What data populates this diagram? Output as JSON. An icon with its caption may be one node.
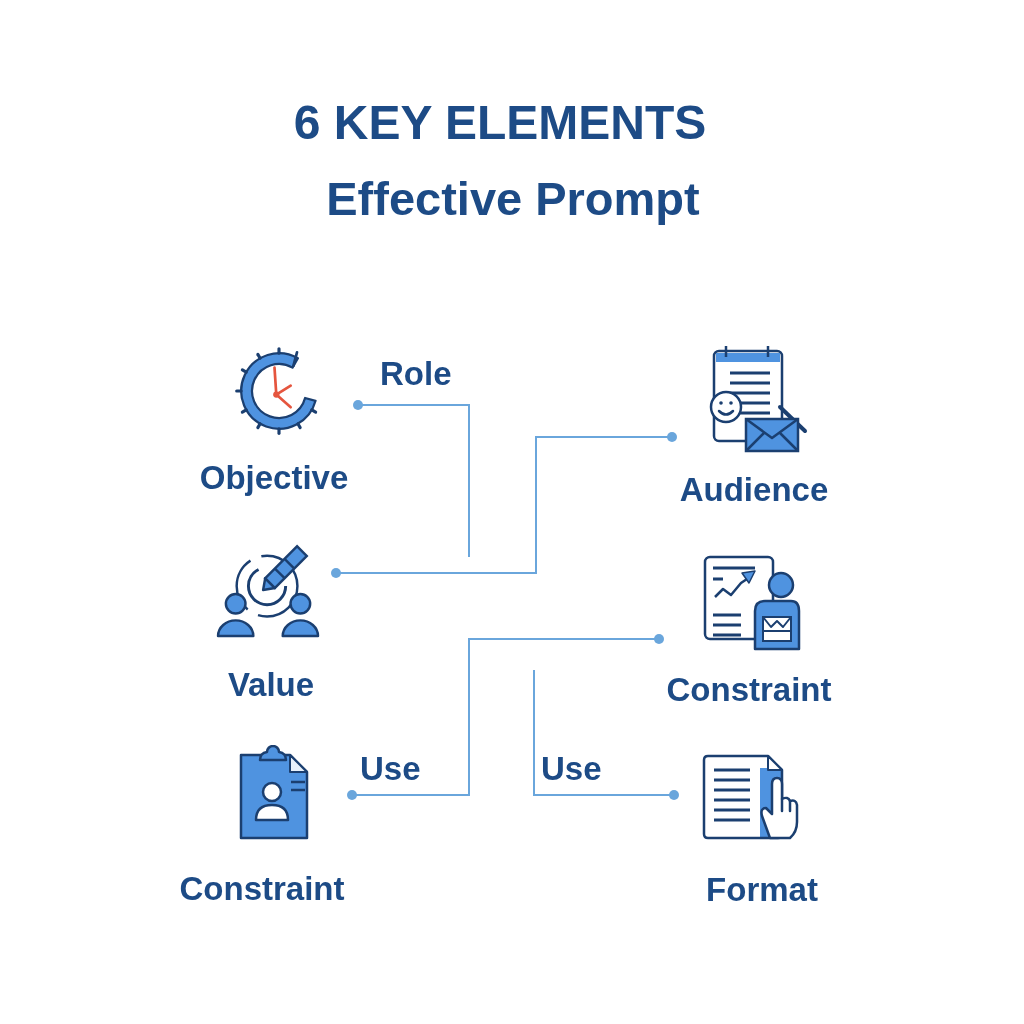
{
  "diagram": {
    "title": "6 KEY ELEMENTS",
    "nodes": [
      {
        "text": [
          "Objective"
        ]
      },
      {
        "text": [
          "Audience"
        ]
      },
      {
        "text": [
          "Value"
        ]
      },
      {
        "text": [
          "Constraint"
        ]
      },
      {
        "text": [
          "Constraint"
        ]
      },
      {
        "text": [
          "Format"
        ]
      }
    ],
    "edges": [
      {
        "from": 0,
        "to": null,
        "arrow": "other",
        "label": "Role"
      },
      {
        "from": 2,
        "to": 1,
        "arrow": "other"
      },
      {
        "from": 4,
        "to": 3,
        "arrow": "other",
        "label": "Use"
      },
      {
        "from": 5,
        "to": null,
        "arrow": "other",
        "label": "Use"
      }
    ],
    "labels": [
      "Effective Prompt"
    ]
  }
}
